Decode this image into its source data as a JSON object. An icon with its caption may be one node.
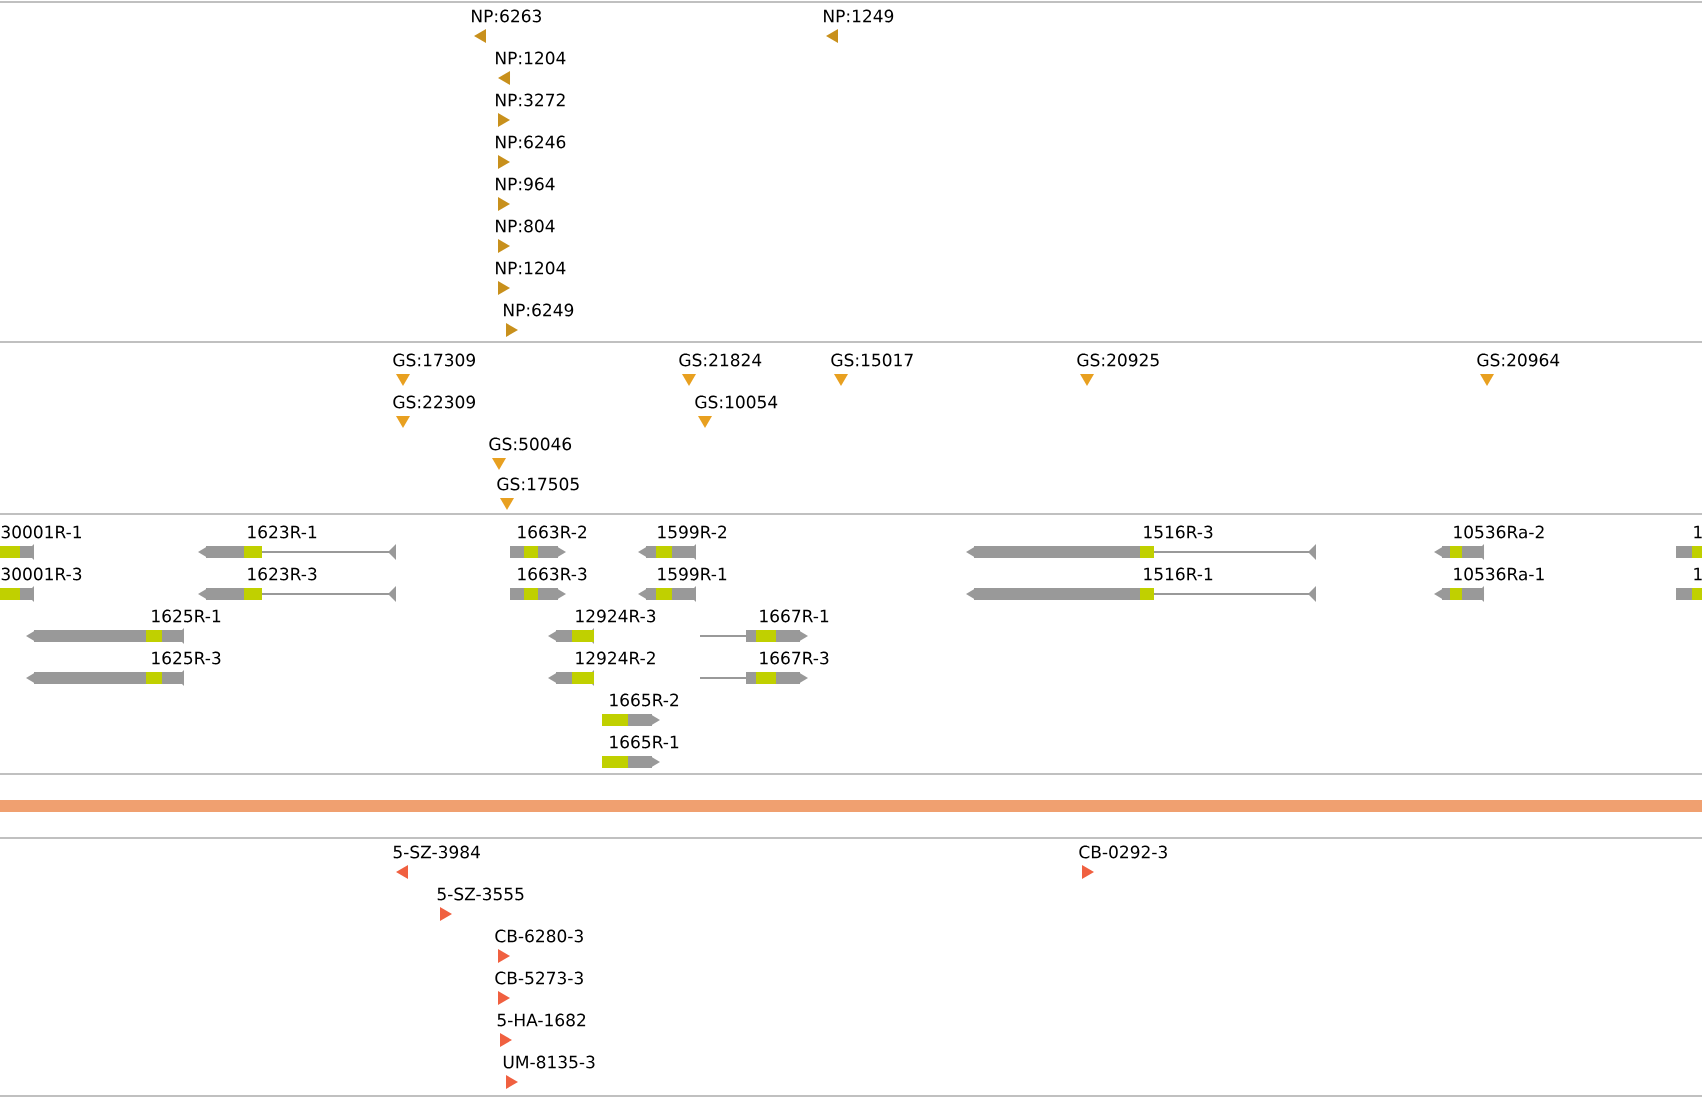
{
  "diagram": {
    "labels": [
      "NP:6263",
      "NP:1249",
      "NP:1204",
      "NP:3272",
      "NP:6246",
      "NP:964",
      "NP:804",
      "NP:1204",
      "NP:6249",
      "GS:17309",
      "GS:21824",
      "GS:15017",
      "GS:20925",
      "GS:20964",
      "GS:22309",
      "GS:10054",
      "GS:50046",
      "GS:17505",
      "30001R-1",
      "1623R-1",
      "1663R-2",
      "1599R-2",
      "1516R-3",
      "10536Ra-2",
      "1",
      "30001R-3",
      "1623R-3",
      "1663R-3",
      "1599R-1",
      "1516R-1",
      "10536Ra-1",
      "1",
      "1625R-1",
      "12924R-3",
      "1667R-1",
      "1625R-3",
      "12924R-2",
      "1667R-3",
      "1665R-2",
      "1665R-1",
      "5-SZ-3984",
      "CB-0292-3",
      "5-SZ-3555",
      "CB-6280-3",
      "CB-5273-3",
      "5-HA-1682",
      "UM-8135-3"
    ]
  }
}
